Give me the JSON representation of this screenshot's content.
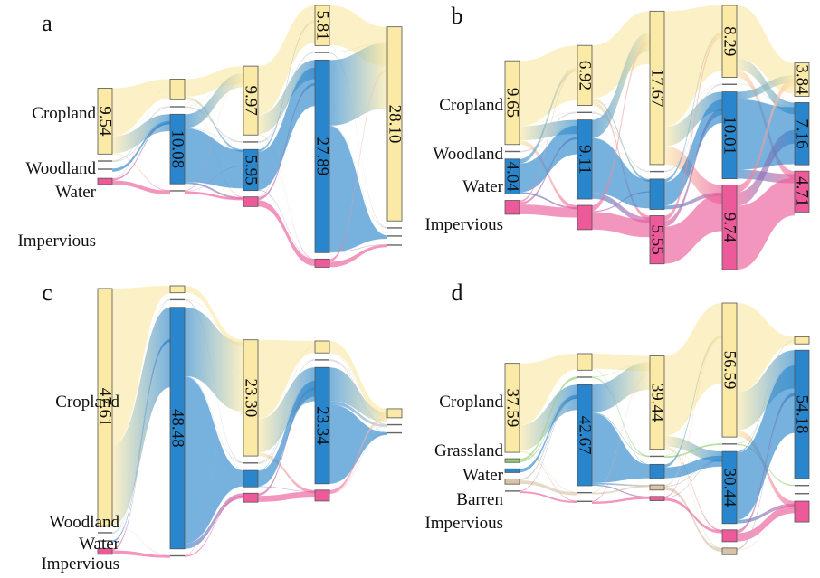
{
  "colors": {
    "Cropland": "#fbe9a6",
    "Woodland": "#c9c9c9",
    "Water": "#2a86cc",
    "Impervious": "#ec5a9a",
    "Grassland": "#8fcf6a",
    "Barren": "#d9c3a8"
  },
  "panels": [
    {
      "letter": "a",
      "labels": [
        {
          "text": "Cropland",
          "cat": "Cropland"
        },
        {
          "text": "Woodland",
          "cat": "Woodland"
        },
        {
          "text": "Water",
          "cat": "Water"
        },
        {
          "text": "Impervious",
          "cat": "Impervious"
        }
      ],
      "columns": [
        [
          {
            "cat": "Cropland",
            "v": 9.54,
            "label": "9.54"
          },
          {
            "cat": "Woodland",
            "v": 0.2
          },
          {
            "cat": "Water",
            "v": 0.5
          },
          {
            "cat": "Impervious",
            "v": 0.9
          }
        ],
        [
          {
            "cat": "Cropland",
            "v": 3.0
          },
          {
            "cat": "Woodland",
            "v": 0.2
          },
          {
            "cat": "Water",
            "v": 10.08,
            "label": "10.08"
          },
          {
            "cat": "Impervious",
            "v": 0.5
          }
        ],
        [
          {
            "cat": "Cropland",
            "v": 9.97,
            "label": "9.97"
          },
          {
            "cat": "Woodland",
            "v": 0.2
          },
          {
            "cat": "Water",
            "v": 5.95,
            "label": "5.95"
          },
          {
            "cat": "Impervious",
            "v": 1.4
          }
        ],
        [
          {
            "cat": "Cropland",
            "v": 5.81,
            "label": "5.81"
          },
          {
            "cat": "Woodland",
            "v": 0.2
          },
          {
            "cat": "Water",
            "v": 27.89,
            "label": "27.89"
          },
          {
            "cat": "Impervious",
            "v": 1.2
          }
        ],
        [
          {
            "cat": "Cropland",
            "v": 28.1,
            "label": "28.10"
          },
          {
            "cat": "Woodland",
            "v": 0.2
          },
          {
            "cat": "Water",
            "v": 0.4
          },
          {
            "cat": "Impervious",
            "v": 0.2
          }
        ]
      ]
    },
    {
      "letter": "b",
      "labels": [
        {
          "text": "Cropland",
          "cat": "Cropland"
        },
        {
          "text": "Woodland",
          "cat": "Woodland"
        },
        {
          "text": "Water",
          "cat": "Water"
        },
        {
          "text": "Impervious",
          "cat": "Impervious"
        }
      ],
      "columns": [
        [
          {
            "cat": "Cropland",
            "v": 9.65,
            "label": "9.65"
          },
          {
            "cat": "Woodland",
            "v": 0.2
          },
          {
            "cat": "Water",
            "v": 4.04,
            "label": "4.04"
          },
          {
            "cat": "Impervious",
            "v": 1.6
          }
        ],
        [
          {
            "cat": "Cropland",
            "v": 6.92,
            "label": "6.92"
          },
          {
            "cat": "Woodland",
            "v": 0.2
          },
          {
            "cat": "Water",
            "v": 9.11,
            "label": "9.11"
          },
          {
            "cat": "Impervious",
            "v": 2.8
          }
        ],
        [
          {
            "cat": "Cropland",
            "v": 17.67,
            "label": "17.67"
          },
          {
            "cat": "Woodland",
            "v": 0.2
          },
          {
            "cat": "Water",
            "v": 3.5
          },
          {
            "cat": "Impervious",
            "v": 5.55,
            "label": "5.55"
          }
        ],
        [
          {
            "cat": "Cropland",
            "v": 8.29,
            "label": "8.29"
          },
          {
            "cat": "Woodland",
            "v": 0.2
          },
          {
            "cat": "Water",
            "v": 10.01,
            "label": "10.01"
          },
          {
            "cat": "Impervious",
            "v": 9.74,
            "label": "9.74"
          }
        ],
        [
          {
            "cat": "Cropland",
            "v": 3.84,
            "label": "3.84"
          },
          {
            "cat": "Water",
            "v": 7.16,
            "label": "7.16"
          },
          {
            "cat": "Impervious",
            "v": 4.71,
            "label": "4.71"
          }
        ]
      ]
    },
    {
      "letter": "c",
      "labels": [
        {
          "text": "Cropland",
          "cat": "Cropland"
        },
        {
          "text": "Woodland",
          "cat": "Woodland"
        },
        {
          "text": "Water",
          "cat": "Water"
        },
        {
          "text": "Impervious",
          "cat": "Impervious"
        }
      ],
      "columns": [
        [
          {
            "cat": "Cropland",
            "v": 47.61,
            "label": "47.61"
          },
          {
            "cat": "Woodland",
            "v": 0.2
          },
          {
            "cat": "Water",
            "v": 0.2
          },
          {
            "cat": "Impervious",
            "v": 1.2
          }
        ],
        [
          {
            "cat": "Cropland",
            "v": 1.4
          },
          {
            "cat": "Woodland",
            "v": 0.2
          },
          {
            "cat": "Water",
            "v": 48.48,
            "label": "48.48"
          },
          {
            "cat": "Impervious",
            "v": 0.2
          }
        ],
        [
          {
            "cat": "Cropland",
            "v": 23.3,
            "label": "23.30"
          },
          {
            "cat": "Woodland",
            "v": 0.2
          },
          {
            "cat": "Water",
            "v": 3.3
          },
          {
            "cat": "Impervious",
            "v": 1.8
          }
        ],
        [
          {
            "cat": "Cropland",
            "v": 2.4
          },
          {
            "cat": "Woodland",
            "v": 0.2
          },
          {
            "cat": "Water",
            "v": 23.34,
            "label": "23.34"
          },
          {
            "cat": "Impervious",
            "v": 2.2
          }
        ],
        [
          {
            "cat": "Cropland",
            "v": 1.8
          },
          {
            "cat": "Woodland",
            "v": 0.2
          },
          {
            "cat": "Water",
            "v": 0.2
          }
        ]
      ]
    },
    {
      "letter": "d",
      "labels": [
        {
          "text": "Cropland",
          "cat": "Cropland"
        },
        {
          "text": "Grassland",
          "cat": "Grassland"
        },
        {
          "text": "Water",
          "cat": "Water"
        },
        {
          "text": "Barren",
          "cat": "Barren"
        },
        {
          "text": "Impervious",
          "cat": "Impervious"
        }
      ],
      "columns": [
        [
          {
            "cat": "Cropland",
            "v": 37.59,
            "label": "37.59"
          },
          {
            "cat": "Grassland",
            "v": 1.6
          },
          {
            "cat": "Water",
            "v": 1.6
          },
          {
            "cat": "Barren",
            "v": 2.2
          },
          {
            "cat": "Impervious",
            "v": 1.2
          }
        ],
        [
          {
            "cat": "Cropland",
            "v": 7.0
          },
          {
            "cat": "Grassland",
            "v": 0.3
          },
          {
            "cat": "Water",
            "v": 42.67,
            "label": "42.67"
          },
          {
            "cat": "Barren",
            "v": 1.0
          },
          {
            "cat": "Impervious",
            "v": 1.4
          }
        ],
        [
          {
            "cat": "Cropland",
            "v": 39.44,
            "label": "39.44"
          },
          {
            "cat": "Grassland",
            "v": 1.0
          },
          {
            "cat": "Water",
            "v": 6.0
          },
          {
            "cat": "Barren",
            "v": 2.2
          },
          {
            "cat": "Impervious",
            "v": 1.8
          }
        ],
        [
          {
            "cat": "Cropland",
            "v": 56.59,
            "label": "56.59"
          },
          {
            "cat": "Grassland",
            "v": 0.3
          },
          {
            "cat": "Water",
            "v": 30.44,
            "label": "30.44"
          },
          {
            "cat": "Impervious",
            "v": 5.0
          },
          {
            "cat": "Barren",
            "v": 2.8
          }
        ],
        [
          {
            "cat": "Cropland",
            "v": 3.0
          },
          {
            "cat": "Water",
            "v": 54.18,
            "label": "54.18"
          },
          {
            "cat": "Grassland",
            "v": 0.3
          },
          {
            "cat": "Woodland",
            "v": 0.3
          },
          {
            "cat": "Impervious",
            "v": 8.8
          }
        ]
      ]
    }
  ]
}
